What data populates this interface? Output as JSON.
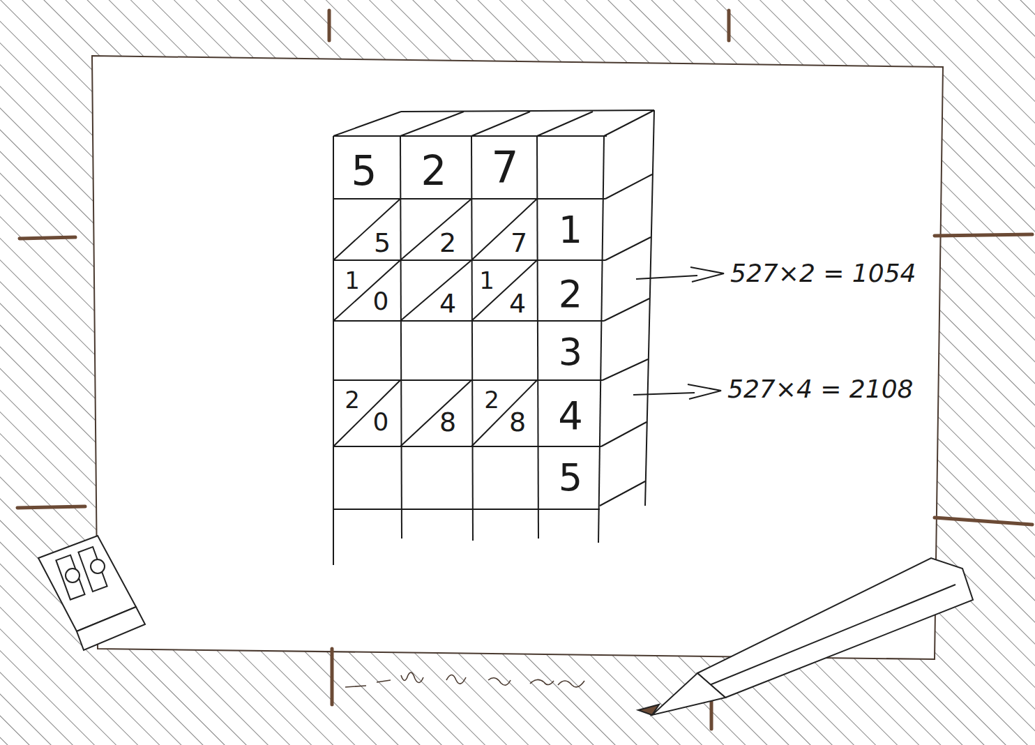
{
  "diagram": {
    "labels": [
      "5",
      "2",
      "7",
      "5",
      "2",
      "7",
      "1",
      "1",
      "0",
      "4",
      "1",
      "4",
      "2",
      "3",
      "2",
      "0",
      "8",
      "2",
      "8",
      "4",
      "5",
      "527×2 = 1054",
      "527×4 = 2108"
    ]
  }
}
